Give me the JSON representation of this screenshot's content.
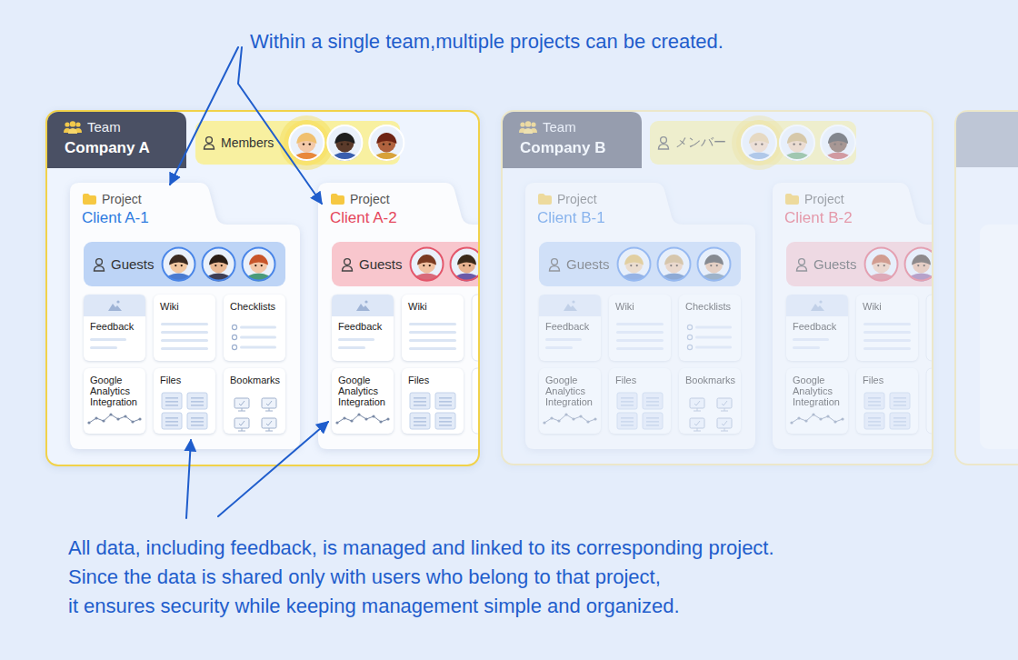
{
  "diagram": {
    "nodes": [
      {
        "text": [
          "Team",
          "Company A"
        ]
      },
      {
        "text": [
          "Members"
        ],
        "in": 0
      },
      {
        "text": [
          "Project",
          "Client A-1"
        ],
        "in": 0
      },
      {
        "text": [
          "Guests"
        ],
        "in": 2
      },
      {
        "text": [
          "Feedback"
        ],
        "in": 2
      },
      {
        "text": [
          "Wiki"
        ],
        "in": 2
      },
      {
        "text": [
          "Checklists"
        ],
        "in": 2
      },
      {
        "text": [
          "Google Analytics Integration"
        ],
        "in": 2
      },
      {
        "text": [
          "Files"
        ],
        "in": 2
      },
      {
        "text": [
          "Bookmarks"
        ],
        "in": 2
      },
      {
        "text": [
          "Project",
          "Client A-2"
        ],
        "in": 0
      },
      {
        "text": [
          "Guests"
        ],
        "in": 10
      },
      {
        "text": [
          "Feedback"
        ],
        "in": 10
      },
      {
        "text": [
          "Wiki"
        ],
        "in": 10
      },
      {
        "text": [
          "Google Analytics Integration"
        ],
        "in": 10
      },
      {
        "text": [
          "Files"
        ],
        "in": 10
      },
      {
        "text": [
          "Team",
          "Company B"
        ]
      },
      {
        "text": [
          "メンバー"
        ],
        "in": 16
      },
      {
        "text": [
          "Project",
          "Client B-1"
        ],
        "in": 16
      },
      {
        "text": [
          "Guests"
        ],
        "in": 18
      },
      {
        "text": [
          "Feedback"
        ],
        "in": 18
      },
      {
        "text": [
          "Wiki"
        ],
        "in": 18
      },
      {
        "text": [
          "Checklists"
        ],
        "in": 18
      },
      {
        "text": [
          "Google Analytics Integration"
        ],
        "in": 18
      },
      {
        "text": [
          "Files"
        ],
        "in": 18
      },
      {
        "text": [
          "Bookmarks"
        ],
        "in": 18
      },
      {
        "text": [
          "Project",
          "Client B-2"
        ],
        "in": 16
      },
      {
        "text": [
          "Guests"
        ],
        "in": 26
      },
      {
        "text": [
          "Feedback"
        ],
        "in": 26
      },
      {
        "text": [
          "Wiki"
        ],
        "in": 26
      },
      {
        "text": [
          "Google Analytics Integration"
        ],
        "in": 26
      },
      {
        "text": [
          "Files"
        ],
        "in": 26
      }
    ],
    "labels": [
      "Within a single team,multiple projects can be created.",
      "All data, including feedback, is managed and linked to its corresponding project.",
      "Since the data is shared only with users who belong to that project,",
      "it ensures security while keeping management simple and organized."
    ]
  }
}
